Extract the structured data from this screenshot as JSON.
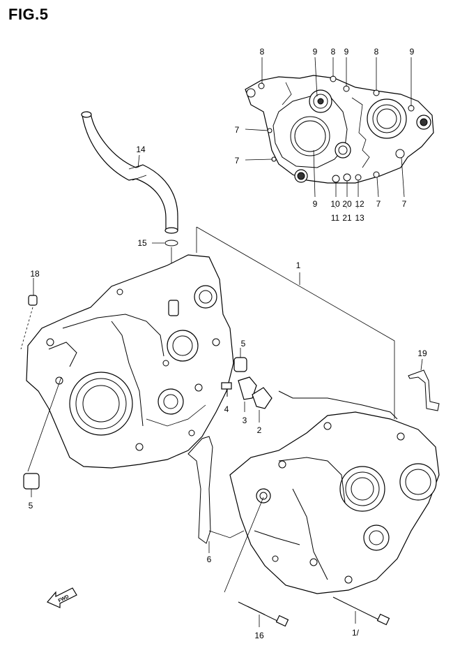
{
  "figure": {
    "title": "FIG.5",
    "fwd_label": "FWD"
  },
  "callouts": [
    {
      "id": "c-8a",
      "text": "8"
    },
    {
      "id": "c-9a",
      "text": "9"
    },
    {
      "id": "c-8b",
      "text": "8"
    },
    {
      "id": "c-9b",
      "text": "9"
    },
    {
      "id": "c-8c",
      "text": "8"
    },
    {
      "id": "c-9c",
      "text": "9"
    },
    {
      "id": "c-7a",
      "text": "7"
    },
    {
      "id": "c-7b",
      "text": "7"
    },
    {
      "id": "c-9d",
      "text": "9"
    },
    {
      "id": "c-10",
      "text": "10"
    },
    {
      "id": "c-11",
      "text": "11"
    },
    {
      "id": "c-20",
      "text": "20"
    },
    {
      "id": "c-21",
      "text": "21"
    },
    {
      "id": "c-12",
      "text": "12"
    },
    {
      "id": "c-13",
      "text": "13"
    },
    {
      "id": "c-7c",
      "text": "7"
    },
    {
      "id": "c-7d",
      "text": "7"
    },
    {
      "id": "c-14",
      "text": "14"
    },
    {
      "id": "c-15",
      "text": "15"
    },
    {
      "id": "c-1",
      "text": "1"
    },
    {
      "id": "c-18",
      "text": "18"
    },
    {
      "id": "c-5a",
      "text": "5"
    },
    {
      "id": "c-19",
      "text": "19"
    },
    {
      "id": "c-4",
      "text": "4"
    },
    {
      "id": "c-3",
      "text": "3"
    },
    {
      "id": "c-2",
      "text": "2"
    },
    {
      "id": "c-5b",
      "text": "5"
    },
    {
      "id": "c-6",
      "text": "6"
    },
    {
      "id": "c-16",
      "text": "16"
    },
    {
      "id": "c-17",
      "text": "1/"
    }
  ]
}
